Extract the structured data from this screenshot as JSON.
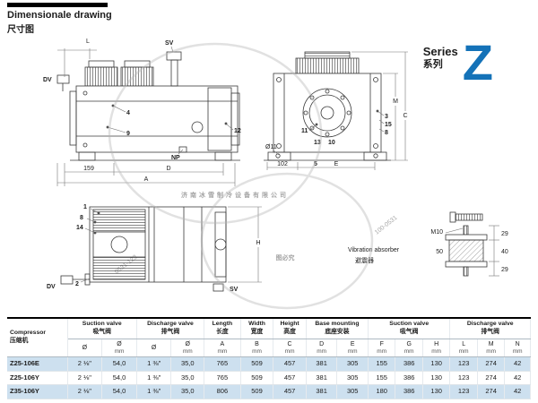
{
  "page": {
    "title": "Dimensionale drawing",
    "title_cn": "尺寸图"
  },
  "series": {
    "label": "Series",
    "label_cn": "系列",
    "letter": "Z",
    "color": "#1472b8"
  },
  "watermark": {
    "company": "济南冰雪制冷设备有限公司",
    "stamp": "图必究",
    "phone_left": "0531-123",
    "phone_right": "100-0531"
  },
  "front_view": {
    "L": "L",
    "SV": "SV",
    "DV": "DV",
    "NP": "NP",
    "c4": "4",
    "c9": "9",
    "c12": "12",
    "d159": "159",
    "dD": "D",
    "dA": "A"
  },
  "side_view": {
    "c3": "3",
    "c15": "15",
    "c8": "8",
    "c11": "11",
    "c13": "13",
    "c10": "10",
    "c5": "5",
    "dM": "M",
    "dC": "C",
    "dE": "E",
    "d102": "102",
    "d11": "Ø11"
  },
  "top_view": {
    "c1": "1",
    "c8": "8",
    "c14": "14",
    "c2": "2",
    "DV": "DV",
    "SV": "SV",
    "dH": "H"
  },
  "vibration": {
    "label": "Vibration absorber",
    "label_cn": "避震器",
    "m10_top": "M10",
    "d29_top": "29",
    "d50": "50",
    "d40": "40",
    "d29_bottom": "29"
  },
  "table": {
    "groups": [
      {
        "en": "Compressor",
        "cn": "压缩机",
        "span": 1
      },
      {
        "en": "Suction valve",
        "cn": "吸气阀",
        "span": 2
      },
      {
        "en": "Discharge valve",
        "cn": "排气阀",
        "span": 2
      },
      {
        "en": "Length",
        "cn": "长度",
        "span": 1
      },
      {
        "en": "Width",
        "cn": "宽度",
        "span": 1
      },
      {
        "en": "Height",
        "cn": "高度",
        "span": 1
      },
      {
        "en": "Base mounting",
        "cn": "底座安装",
        "span": 2
      },
      {
        "en": "Suction valve",
        "cn": "吸气阀",
        "span": 3
      },
      {
        "en": "Discharge valve",
        "cn": "排气阀",
        "span": 3
      }
    ],
    "subheaders": [
      {
        "sym": "Ø",
        "unit": ""
      },
      {
        "sym": "Ø",
        "unit": "mm"
      },
      {
        "sym": "Ø",
        "unit": ""
      },
      {
        "sym": "Ø",
        "unit": "mm"
      },
      {
        "sym": "A",
        "unit": "mm"
      },
      {
        "sym": "B",
        "unit": "mm"
      },
      {
        "sym": "C",
        "unit": "mm"
      },
      {
        "sym": "D",
        "unit": "mm"
      },
      {
        "sym": "E",
        "unit": "mm"
      },
      {
        "sym": "F",
        "unit": "mm"
      },
      {
        "sym": "G",
        "unit": "mm"
      },
      {
        "sym": "H",
        "unit": "mm"
      },
      {
        "sym": "L",
        "unit": "mm"
      },
      {
        "sym": "M",
        "unit": "mm"
      },
      {
        "sym": "N",
        "unit": "mm"
      }
    ],
    "rows": [
      {
        "model": "Z25-106E",
        "highlight": true,
        "cells": [
          "2 ⅛\"",
          "54,0",
          "1 ⅜\"",
          "35,0",
          "765",
          "509",
          "457",
          "381",
          "305",
          "155",
          "386",
          "130",
          "123",
          "274",
          "42"
        ]
      },
      {
        "model": "Z25-106Y",
        "highlight": false,
        "cells": [
          "2 ⅛\"",
          "54,0",
          "1 ⅜\"",
          "35,0",
          "765",
          "509",
          "457",
          "381",
          "305",
          "155",
          "386",
          "130",
          "123",
          "274",
          "42"
        ]
      },
      {
        "model": "Z35-106Y",
        "highlight": true,
        "cells": [
          "2 ⅛\"",
          "54,0",
          "1 ⅜\"",
          "35,0",
          "806",
          "509",
          "457",
          "381",
          "305",
          "180",
          "386",
          "130",
          "123",
          "274",
          "42"
        ]
      }
    ]
  }
}
